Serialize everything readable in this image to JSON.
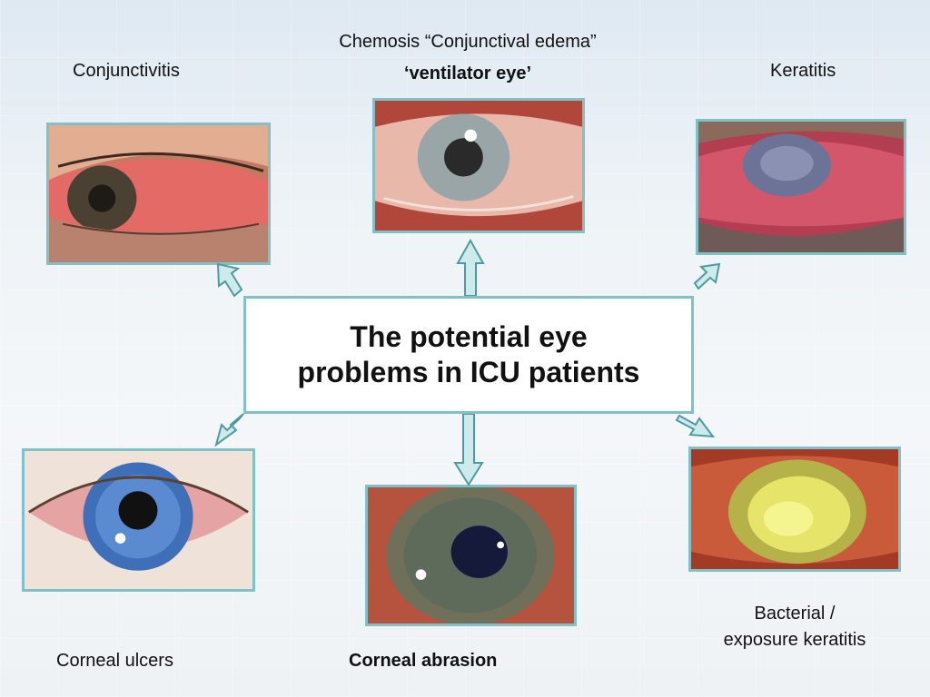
{
  "center": {
    "line1": "The potential eye",
    "line2": "problems in ICU patients"
  },
  "items": {
    "conjunctivitis": {
      "label": "Conjunctivitis"
    },
    "chemosis": {
      "line1": "Chemosis “Conjunctival edema”",
      "line2": "‘ventilator eye’"
    },
    "keratitis": {
      "label": "Keratitis"
    },
    "corneal_ulcers": {
      "label": "Corneal ulcers"
    },
    "corneal_abrasion": {
      "label": "Corneal abrasion"
    },
    "bacterial": {
      "line1": "Bacterial /",
      "line2": "exposure keratitis"
    }
  },
  "colors": {
    "frame_border": "#7fc1c6",
    "arrow_fill": "#cdebec",
    "arrow_stroke": "#4f9aa0"
  }
}
